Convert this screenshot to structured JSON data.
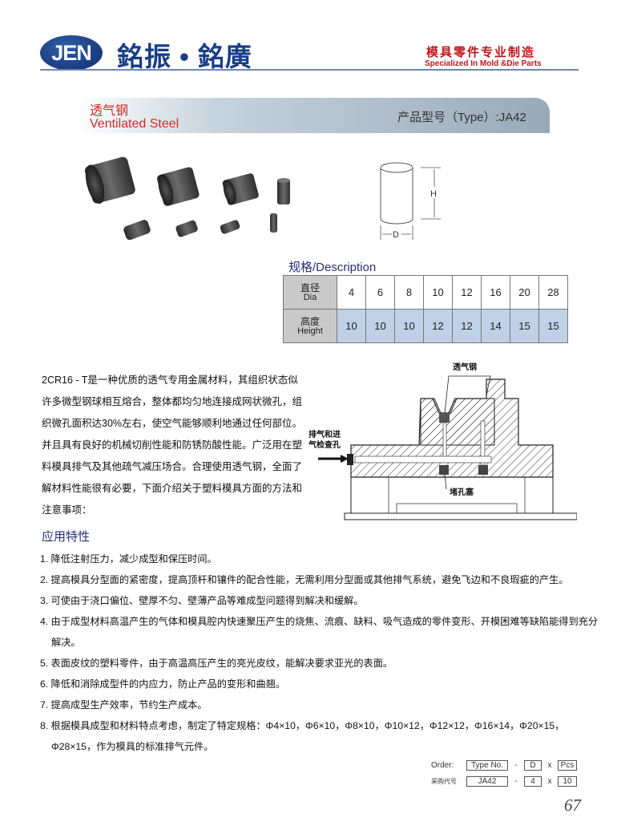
{
  "header": {
    "logo": "JEN",
    "brand": "銘振 • 銘廣",
    "tagline_cn": "模具零件专业制造",
    "tagline_en": "Specialized In Mold &Die Parts"
  },
  "title": {
    "cn": "透气钢",
    "en": "Ventilated Steel",
    "type": "产品型号（Type）:JA42"
  },
  "dimension": {
    "h": "H",
    "d": "D"
  },
  "description": {
    "heading": "规格/Description",
    "row1_label_cn": "直径",
    "row1_label_en": "Dia",
    "row2_label_cn": "高度",
    "row2_label_en": "Height",
    "dia": [
      "4",
      "6",
      "8",
      "10",
      "12",
      "16",
      "20",
      "28"
    ],
    "height": [
      "10",
      "10",
      "10",
      "12",
      "12",
      "14",
      "15",
      "15"
    ]
  },
  "paragraph": "2CR16 - T是一种优质的透气专用金属材料，其组织状态似许多微型钢球相互熔合，整体都均匀地连接成网状微孔，组织微孔面积达30%左右，使空气能够顺利地通过任何部位。并且具有良好的机械切削性能和防锈防酸性能。广泛用在塑料模具排气及其他疏气减压场合。合理使用透气钢，全面了解材料性能很有必要，下面介绍关于塑料模具方面的方法和注意事项：",
  "diagram": {
    "label_top": "透气钢",
    "label_left_1": "排气和进",
    "label_left_2": "气检查孔",
    "label_bottom": "堵孔塞"
  },
  "applications": {
    "heading": "应用特性",
    "items": [
      "1. 降低注射压力，减少成型和保压时间。",
      "2. 提高模具分型面的紧密度，提高顶杆和镶件的配合性能，无需利用分型面或其他排气系统，避免飞边和不良瑕疵的产生。",
      "3. 可使由于浇口偏位、壁厚不匀、壁薄产品等难成型问题得到解决和缓解。",
      "4. 由于成型材料高温产生的气体和模具腔内快速聚压产生的烧焦、流痕、缺料、吸气造成的零件变形、开模困难等缺陷能得到充分解决。",
      "5. 表面皮纹的塑料零件，由于高温高压产生的亮光皮纹，能解决要求亚光的表面。",
      "6. 降低和消除成型件的内应力，防止产品的变形和曲翘。",
      "7. 提高成型生产效率，节约生产成本。",
      "8. 根据模具成型和材料特点考虑，制定了特定规格：Φ4×10，Φ6×10，Φ8×10，Φ10×12，Φ12×12，Φ16×14，Φ20×15，Φ28×15，作为模具的标准排气元件。"
    ]
  },
  "order": {
    "label": "Order:",
    "type": "Type No.",
    "d": "D",
    "pcs": "Pcs",
    "dash": "-",
    "x": "x",
    "label_cn": "采购代号",
    "ex_type": "JA42",
    "ex_d": "4",
    "ex_pcs": "10"
  },
  "page_number": "67"
}
